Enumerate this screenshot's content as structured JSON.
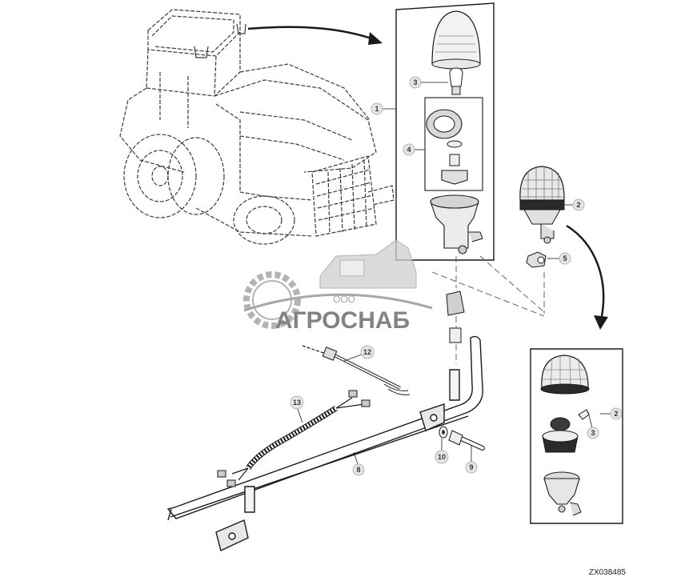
{
  "drawing_id": "ZX038485",
  "watermark": {
    "line1": "ООО",
    "line2": "АГРОСНАБ"
  },
  "callouts": {
    "c1": "1",
    "c2a": "2",
    "c2b": "2",
    "c3a": "3",
    "c3b": "3",
    "c4": "4",
    "c5": "5",
    "c8": "8",
    "c9": "9",
    "c10": "10",
    "c12": "12",
    "c13": "13"
  },
  "colors": {
    "line": "#2a2a2a",
    "dash": "#555555",
    "callout_fill": "#e6e6e6",
    "watermark_grey": "#9a9a9a",
    "watermark_dark": "#5a5a5a"
  }
}
